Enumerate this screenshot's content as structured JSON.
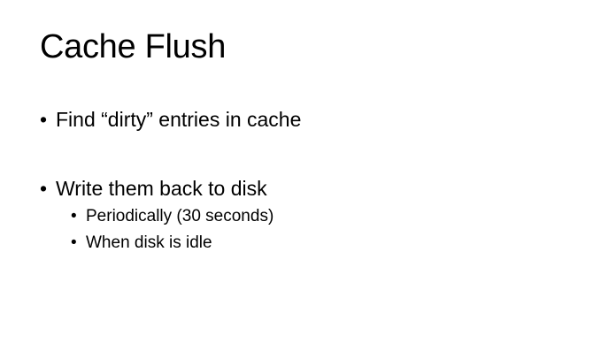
{
  "slide": {
    "title": "Cache Flush",
    "bullet_glyph": "•",
    "bullets": [
      {
        "text": "Find “dirty” entries in cache",
        "children": []
      },
      {
        "text": "Write them back to disk",
        "children": [
          {
            "text": "Periodically (30 seconds)"
          },
          {
            "text": "When disk is idle"
          }
        ]
      }
    ]
  }
}
